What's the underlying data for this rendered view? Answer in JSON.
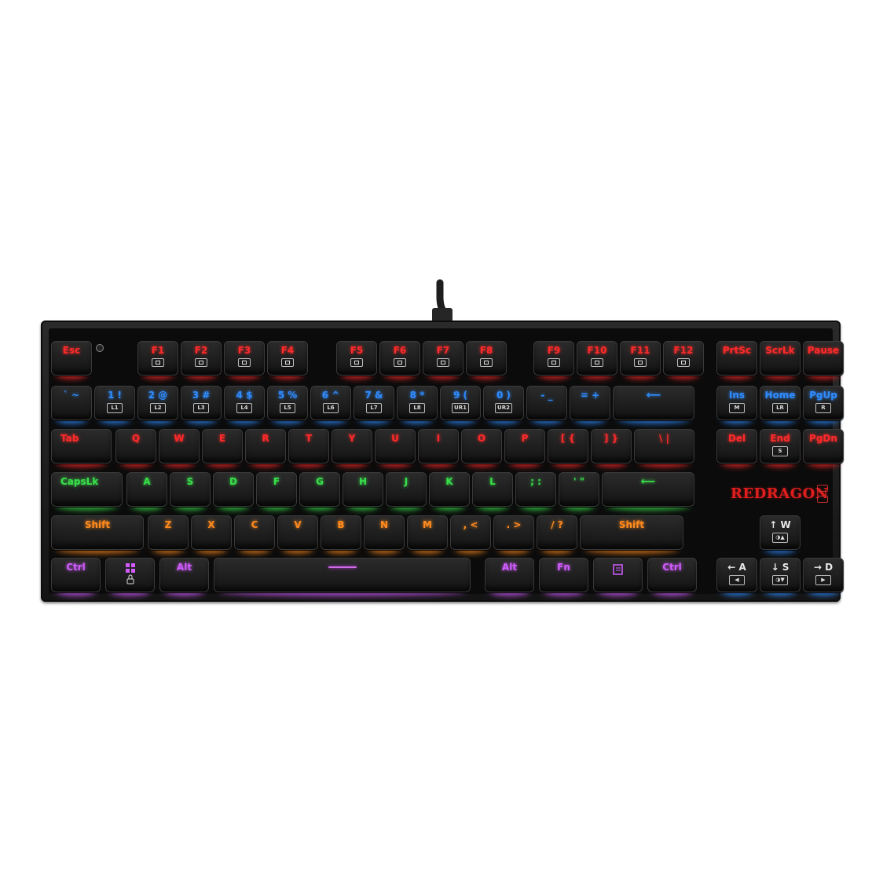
{
  "image": {
    "subject": "Redragon tenkeyless mechanical keyboard with RGB backlighting",
    "brand_logo": "REDRAGON",
    "colors": {
      "background": "#ffffff",
      "case": "#1c1c1c",
      "red": "#ff2a2a",
      "blue": "#2f8cff",
      "green": "#38e04a",
      "orange": "#ff8a1e",
      "purple": "#d25cff"
    }
  },
  "keys": {
    "esc": "Esc",
    "f1": "F1",
    "f2": "F2",
    "f3": "F3",
    "f4": "F4",
    "f5": "F5",
    "f6": "F6",
    "f7": "F7",
    "f8": "F8",
    "f9": "F9",
    "f10": "F10",
    "f11": "F11",
    "f12": "F12",
    "prtsc": "PrtSc",
    "scrlk": "ScrLk",
    "pause": "Pause",
    "grave": "` ~",
    "k1": "1 !",
    "k2": "2 @",
    "k3": "3 #",
    "k4": "4 $",
    "k5": "5 %",
    "k6": "6 ^",
    "k7": "7 &",
    "k8": "8 *",
    "k9": "9 (",
    "k0": "0 )",
    "minus": "- _",
    "equal": "= +",
    "backspace": "⟵",
    "ins": "Ins",
    "home": "Home",
    "pgup": "PgUp",
    "tab": "Tab",
    "q": "Q",
    "w": "W",
    "e": "E",
    "r": "R",
    "t": "T",
    "y": "Y",
    "u": "U",
    "i": "I",
    "o": "O",
    "p": "P",
    "lbracket": "[ {",
    "rbracket": "] }",
    "backslash": "\\ |",
    "del": "Del",
    "end": "End",
    "pgdn": "PgDn",
    "capslk": "CapsLk",
    "a": "A",
    "s": "S",
    "d": "D",
    "f": "F",
    "g": "G",
    "h": "H",
    "j": "J",
    "k": "K",
    "l": "L",
    "semicolon": "; :",
    "quote": "' \"",
    "enter": "⟵",
    "lshift": "Shift",
    "z": "Z",
    "x": "X",
    "c": "C",
    "v": "V",
    "b": "B",
    "n": "N",
    "m": "M",
    "comma": ", <",
    "period": ". >",
    "slash": "/ ?",
    "rshift": "Shift",
    "lctrl": "Ctrl",
    "lalt": "Alt",
    "ralt": "Alt",
    "fn": "Fn",
    "rctrl": "Ctrl",
    "up": "↑ W",
    "left": "← A",
    "down": "↓ S",
    "right": "→ D"
  },
  "sublegends": {
    "k1": "L1",
    "k2": "L2",
    "k3": "L3",
    "k4": "L4",
    "k5": "L5",
    "k6": "L6",
    "k7": "L7",
    "k8": "L8",
    "k9": "UR1",
    "k0": "UR2",
    "ins": "M",
    "home": "LR",
    "pgup": "R",
    "end": "S",
    "up": "◑▲",
    "down": "◑▼",
    "left": "◀",
    "right": "▶"
  }
}
